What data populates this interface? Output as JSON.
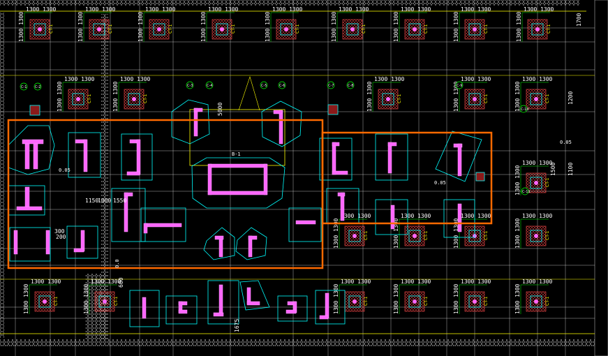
{
  "colors": {
    "background": "#000000",
    "pile_cap_fill": "#8b1a1a",
    "pile_cap_outline": "#00ffff",
    "wall": "#ff66ff",
    "grid_line": "#ffffff",
    "dimension": "#00ff00",
    "highlight_box": "#ff6a00",
    "boundary": "#ffff00"
  },
  "pile_cap_dims": [
    "1300",
    "1300"
  ],
  "dims": {
    "d1150": "1150",
    "d1000": "1000",
    "d1550": "1550",
    "d1500": "1500",
    "d1100": "1100",
    "d1200": "1200",
    "d1700": "1700",
    "d5000": "5000",
    "d300": "300",
    "d1675": "1675",
    "d600": "600",
    "d200": "200"
  },
  "elevations": {
    "e_left": "0.05",
    "e_mid": "0.05",
    "e_right": "0.05",
    "e_center": "0.0"
  },
  "axis_labels": [
    "C-1",
    "C-2",
    "C-3",
    "C-4",
    "C-5",
    "C-6",
    "C-7",
    "C-8",
    "C-9",
    "C-10",
    "C-11"
  ],
  "cap_tags": [
    "CT-1",
    "CT-2"
  ],
  "section_label": "B-1"
}
